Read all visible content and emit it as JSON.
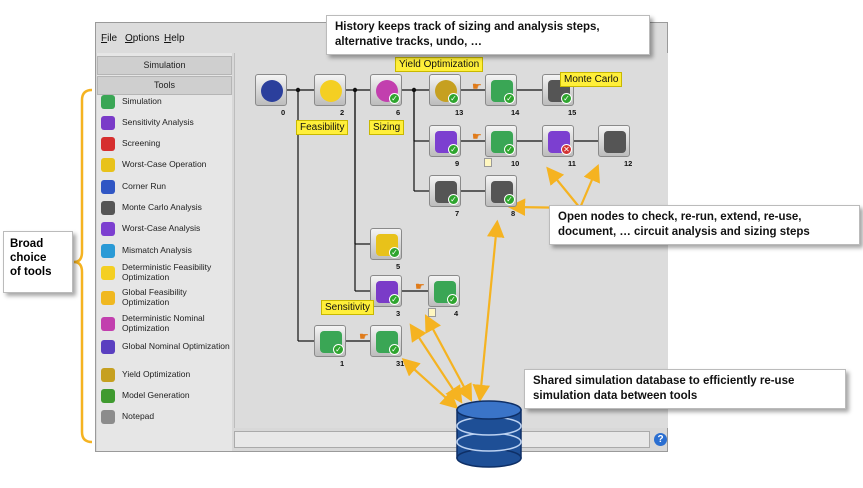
{
  "menu": {
    "file": "File",
    "options": "Options",
    "help": "Help"
  },
  "sidebar": {
    "simulation_header": "Simulation",
    "tools_header": "Tools",
    "tools": [
      {
        "label": "Simulation",
        "icon": "simulation-icon",
        "color": "#3aa655"
      },
      {
        "label": "Sensitivity Analysis",
        "icon": "sensitivity-icon",
        "color": "#7a3bc8"
      },
      {
        "label": "Screening",
        "icon": "screening-icon",
        "color": "#d62f2f"
      },
      {
        "label": "Worst-Case Operation",
        "icon": "worst-case-operation-icon",
        "color": "#e8c21a"
      },
      {
        "label": "Corner Run",
        "icon": "corner-run-icon",
        "color": "#3056c4"
      },
      {
        "label": "Monte Carlo Analysis",
        "icon": "dice-icon",
        "color": "#555555"
      },
      {
        "label": "Worst-Case Analysis",
        "icon": "worst-case-analysis-icon",
        "color": "#7c3fd0"
      },
      {
        "label": "Mismatch Analysis",
        "icon": "mismatch-icon",
        "color": "#2a9ad6"
      },
      {
        "label": "Deterministic Feasibility Optimization",
        "icon": "smiley-icon",
        "color": "#f4cf22"
      },
      {
        "label": "Global Feasibility Optimization",
        "icon": "global-smiley-icon",
        "color": "#f0b820"
      },
      {
        "label": "Deterministic Nominal Optimization",
        "icon": "nominal-target-icon",
        "color": "#c23fae"
      },
      {
        "label": "Global Nominal Optimization",
        "icon": "global-nominal-icon",
        "color": "#5a3fc0"
      },
      {
        "label": "Yield Optimization",
        "icon": "yield-icon",
        "color": "#c6a020"
      },
      {
        "label": "Model Generation",
        "icon": "model-generation-icon",
        "color": "#3f9a2f"
      },
      {
        "label": "Notepad",
        "icon": "notepad-icon",
        "color": "#8c8c8c"
      }
    ]
  },
  "nodes": [
    {
      "num": "0",
      "icon": "star-icon",
      "color": "#2b3f9c",
      "status": "none"
    },
    {
      "num": "2",
      "icon": "smiley-icon",
      "color": "#f4cf22",
      "status": "none"
    },
    {
      "num": "6",
      "icon": "nominal-target-icon",
      "color": "#c23fae",
      "status": "ok"
    },
    {
      "num": "13",
      "icon": "yield-icon",
      "color": "#c6a020",
      "status": "ok"
    },
    {
      "num": "14",
      "icon": "simulation-icon",
      "color": "#3aa655",
      "status": "ok"
    },
    {
      "num": "15",
      "icon": "dice-icon",
      "color": "#555555",
      "status": "ok"
    },
    {
      "num": "9",
      "icon": "worst-case-analysis-icon",
      "color": "#7c3fd0",
      "status": "ok"
    },
    {
      "num": "10",
      "icon": "simulation-icon",
      "color": "#3aa655",
      "status": "ok"
    },
    {
      "num": "11",
      "icon": "worst-case-analysis-icon",
      "color": "#7c3fd0",
      "status": "fail"
    },
    {
      "num": "12",
      "icon": "dice-icon",
      "color": "#555555",
      "status": "none"
    },
    {
      "num": "7",
      "icon": "dice-icon",
      "color": "#555555",
      "status": "ok"
    },
    {
      "num": "8",
      "icon": "dice-icon",
      "color": "#555555",
      "status": "ok"
    },
    {
      "num": "5",
      "icon": "worst-case-operation-icon",
      "color": "#e8c21a",
      "status": "ok"
    },
    {
      "num": "3",
      "icon": "sensitivity-icon",
      "color": "#7a3bc8",
      "status": "ok"
    },
    {
      "num": "4",
      "icon": "simulation-icon",
      "color": "#3aa655",
      "status": "ok"
    },
    {
      "num": "1",
      "icon": "simulation-icon",
      "color": "#3aa655",
      "status": "ok"
    },
    {
      "num": "31",
      "icon": "simulation-icon",
      "color": "#3aa655",
      "status": "ok"
    }
  ],
  "node_labels": {
    "feasibility": "Feasibility",
    "sizing": "Sizing",
    "yield_optimization": "Yield Optimization",
    "monte_carlo": "Monte Carlo",
    "sensitivity": "Sensitivity"
  },
  "callouts": {
    "history": [
      "History keeps track of sizing and analysis steps,",
      "alternative tracks, undo, …"
    ],
    "open_nodes": [
      "Open nodes to check, re-run, extend, re-use,",
      "document, … circuit analysis and sizing steps"
    ],
    "database": [
      "Shared simulation database to efficiently re-use",
      "simulation data between tools"
    ],
    "tools": [
      "Broad",
      "choice",
      "of tools"
    ]
  },
  "colors": {
    "accent_yellow": "#ffef3a",
    "arrow": "#f5b321",
    "database": "#1e4f96"
  }
}
